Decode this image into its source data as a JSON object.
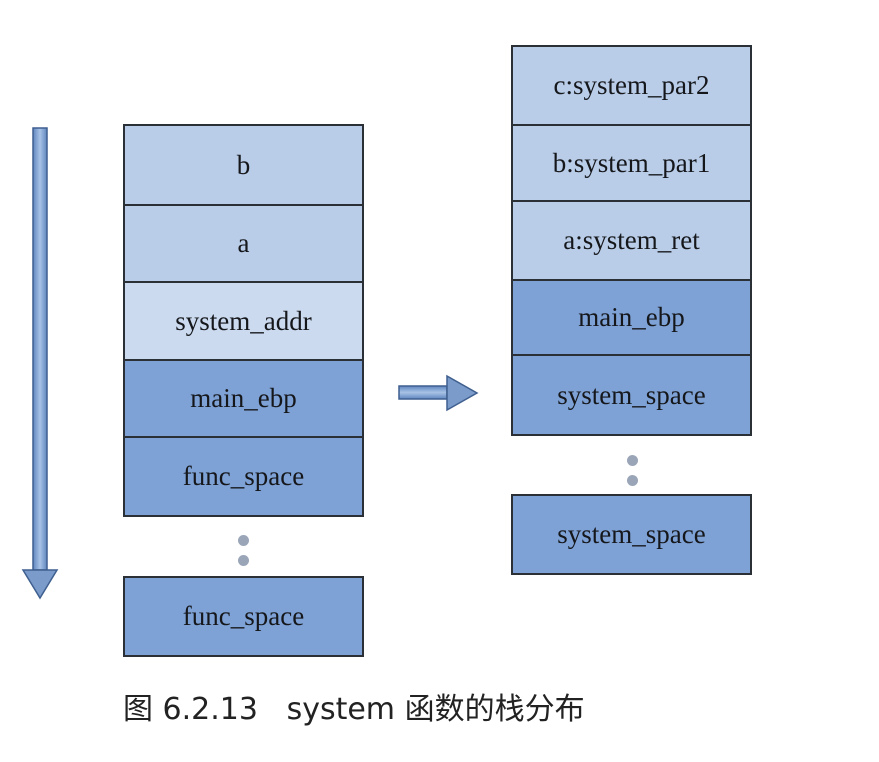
{
  "left_stack": {
    "cells": [
      "b",
      "a",
      "system_addr",
      "main_ebp",
      "func_space"
    ],
    "bottom_cell": "func_space"
  },
  "right_stack": {
    "cells": [
      "c:system_par2",
      "b:system_par1",
      "a:system_ret",
      "main_ebp",
      "system_space"
    ],
    "bottom_cell": "system_space"
  },
  "caption": {
    "number": "图 6.2.13",
    "text": "system 函数的栈分布"
  },
  "colors": {
    "light_cell": "#b9cde8",
    "medium_cell": "#9cb9e0",
    "dark_cell": "#7ea2d6",
    "arrow": "#7b9ccb"
  }
}
